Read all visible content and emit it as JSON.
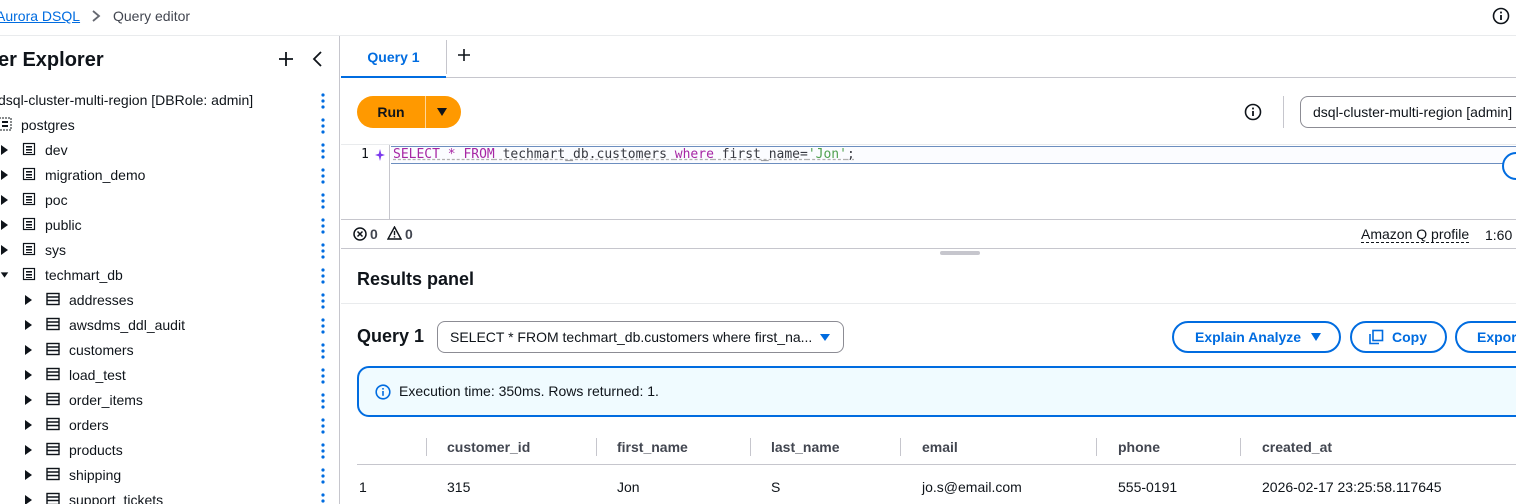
{
  "breadcrumb": {
    "parent": "Aurora DSQL",
    "current": "Query editor"
  },
  "explorer": {
    "title": "er Explorer",
    "items": [
      {
        "label": "dsql-cluster-multi-region [DBRole: admin]",
        "icon": "none"
      },
      {
        "label": "postgres",
        "icon": "database-icon"
      },
      {
        "label": "dev",
        "icon": "schema-icon"
      },
      {
        "label": "migration_demo",
        "icon": "schema-icon"
      },
      {
        "label": "poc",
        "icon": "schema-icon"
      },
      {
        "label": "public",
        "icon": "schema-icon"
      },
      {
        "label": "sys",
        "icon": "schema-icon"
      },
      {
        "label": "techmart_db",
        "icon": "schema-icon"
      },
      {
        "label": "addresses",
        "icon": "table-icon"
      },
      {
        "label": "awsdms_ddl_audit",
        "icon": "table-icon"
      },
      {
        "label": "customers",
        "icon": "table-icon"
      },
      {
        "label": "load_test",
        "icon": "table-icon"
      },
      {
        "label": "order_items",
        "icon": "table-icon"
      },
      {
        "label": "orders",
        "icon": "table-icon"
      },
      {
        "label": "products",
        "icon": "table-icon"
      },
      {
        "label": "shipping",
        "icon": "table-icon"
      },
      {
        "label": "support_tickets",
        "icon": "table-icon"
      }
    ]
  },
  "tabs": [
    {
      "label": "Query 1"
    }
  ],
  "toolbar": {
    "run_label": "Run",
    "connection": "dsql-cluster-multi-region [admin]"
  },
  "editor": {
    "line_number": "1",
    "tokens": {
      "t1": "SELECT * FROM",
      "t2": " techmart_db.customers ",
      "t3": "where",
      "t4": " first_name=",
      "t5": "'Jon'",
      "t6": ";"
    }
  },
  "status": {
    "errors": "0",
    "warnings": "0",
    "amazon_q": "Amazon Q profile",
    "cursor": "1:60"
  },
  "results": {
    "title": "Results panel",
    "query_label": "Query 1",
    "query_select": "SELECT * FROM techmart_db.customers where first_na...",
    "explain_label": "Explain Analyze",
    "copy_label": "Copy",
    "export_label": "Export",
    "alert": "Execution time: 350ms. Rows returned: 1.",
    "columns": [
      "customer_id",
      "first_name",
      "last_name",
      "email",
      "phone",
      "created_at"
    ],
    "rows": [
      {
        "index": "1",
        "customer_id": "315",
        "first_name": "Jon",
        "last_name": "S",
        "email": "jo.s@email.com",
        "phone": "555-0191",
        "created_at": "2026-02-17 23:25:58.117645"
      }
    ]
  },
  "colors": {
    "accent": "#006ce0",
    "run": "#ff9900",
    "keyword": "#a626a4",
    "string": "#50a14f"
  }
}
